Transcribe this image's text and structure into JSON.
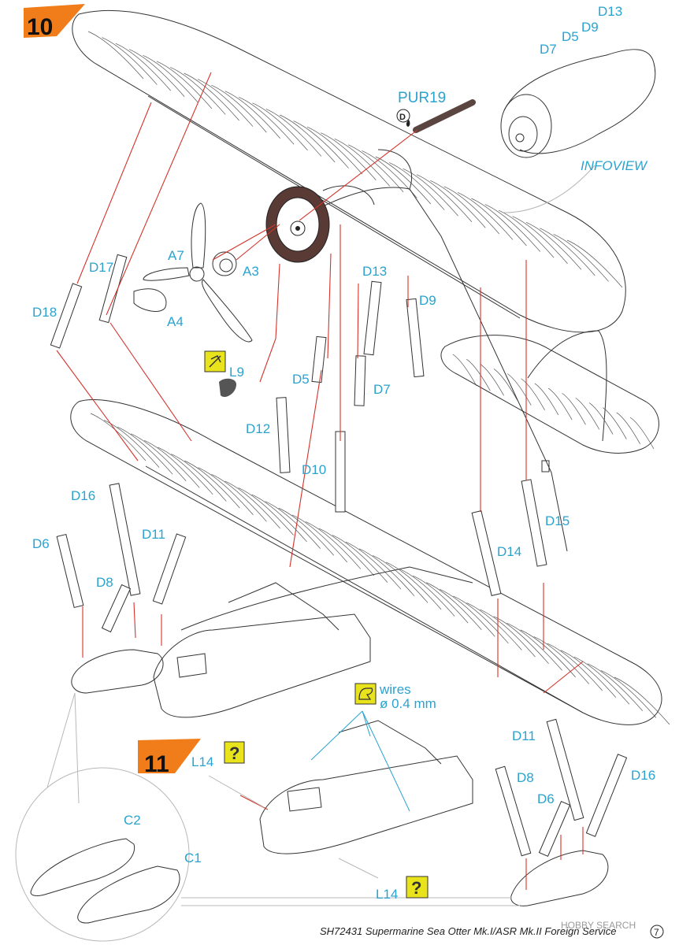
{
  "steps": {
    "step_10": "10",
    "step_11": "11"
  },
  "labels": {
    "D13_top": "D13",
    "D9_top": "D9",
    "D5_top": "D5",
    "D7_top": "D7",
    "PUR19": "PUR19",
    "INFOVIEW": "INFOVIEW",
    "A7": "A7",
    "A3": "A3",
    "A4": "A4",
    "D17": "D17",
    "D18": "D18",
    "D13_mid": "D13",
    "D9_mid": "D9",
    "L9": "L9",
    "D5_mid": "D5",
    "D7_mid": "D7",
    "D12": "D12",
    "D10": "D10",
    "D16_left": "D16",
    "D6_left": "D6",
    "D11_left": "D11",
    "D8_left": "D8",
    "D15": "D15",
    "D14": "D14",
    "wires": "wires",
    "wire_size": "ø 0.4 mm",
    "L14_top": "L14",
    "L14_bottom": "L14",
    "C2": "C2",
    "C1": "C1",
    "D11_right": "D11",
    "D8_right": "D8",
    "D6_right": "D6",
    "D16_right": "D16"
  },
  "footer": {
    "text": "SH72431 Supermarine Sea Otter Mk.I/ASR Mk.II Foreign Service",
    "page": "7"
  },
  "watermark": "HOBBY SEARCH",
  "colors": {
    "callout_blue": "#2aa3cf",
    "arrow_red": "#d4332b",
    "step_orange": "#f07d1a",
    "icon_yellow": "#e9e31c"
  },
  "icons": [
    "glue-icon",
    "optional-icon",
    "question-icon",
    "hand-icon"
  ]
}
